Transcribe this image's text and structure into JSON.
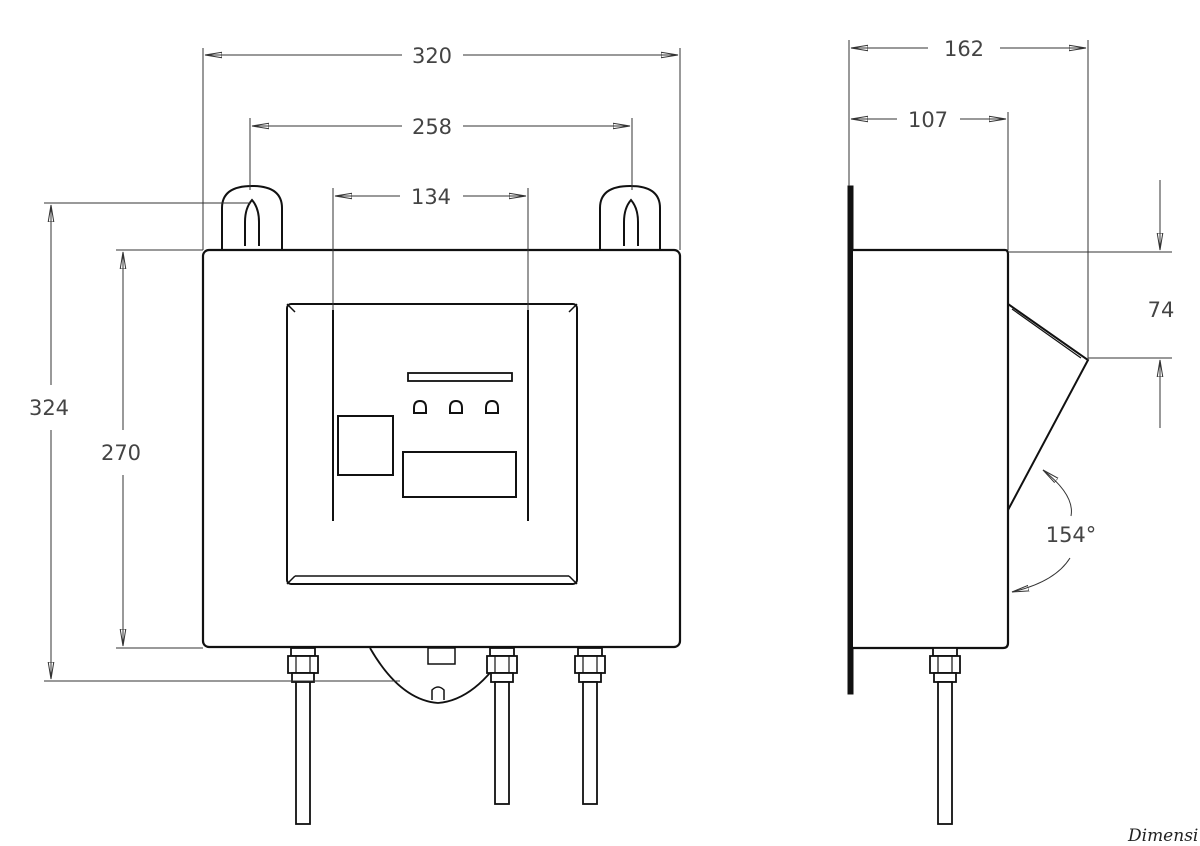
{
  "dimensions": {
    "overall_width": "320",
    "lug_spacing": "258",
    "panel_width": "134",
    "overall_height": "324",
    "body_height": "270",
    "overall_depth": "162",
    "body_depth": "107",
    "lid_drop": "74",
    "lid_angle": "154°"
  },
  "caption": "Dimensi"
}
